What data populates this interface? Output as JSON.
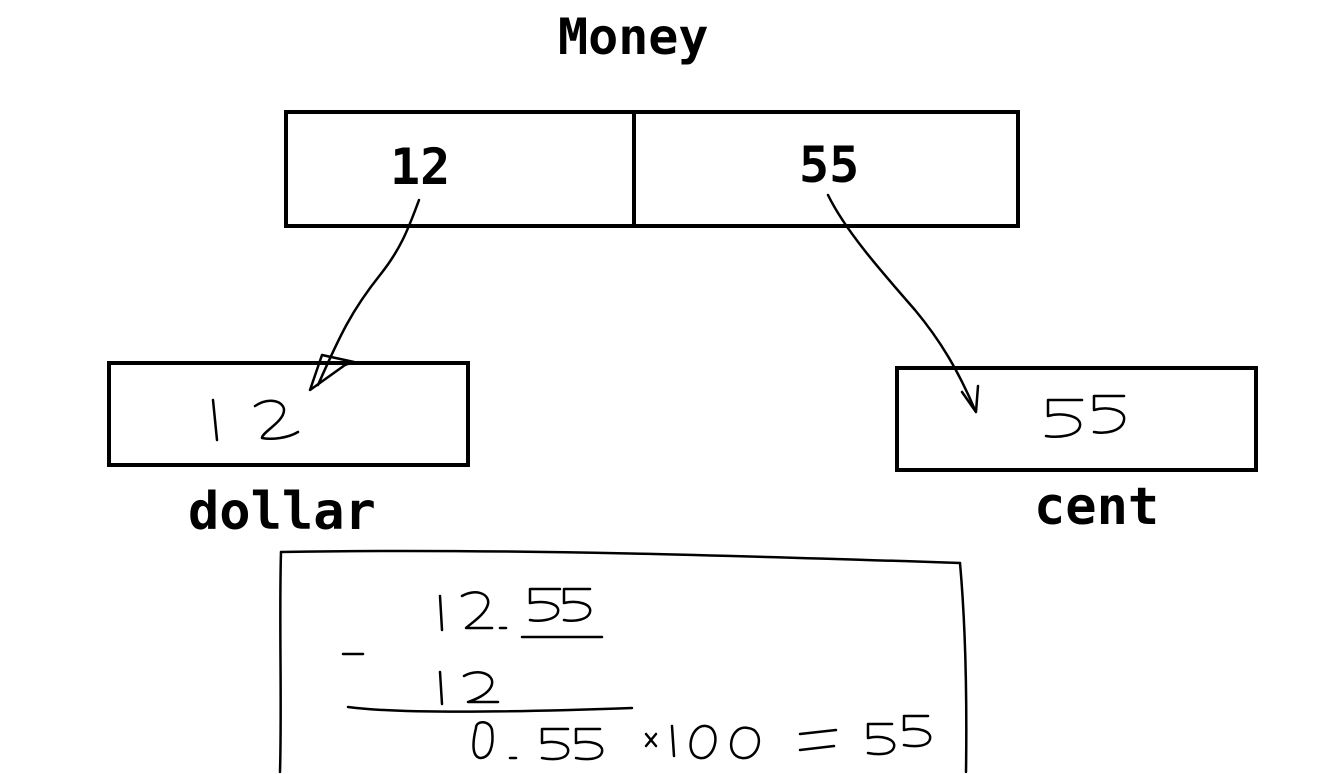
{
  "diagram": {
    "title": "Money",
    "struct_cells": [
      "12",
      "55"
    ],
    "variables": {
      "dollar": {
        "label": "dollar",
        "value": "12"
      },
      "cent": {
        "label": "cent",
        "value": "55"
      }
    },
    "calculation": {
      "minuend": "12.55",
      "subtrahend": "12",
      "result": "0.55",
      "multiplier_expr": "x100",
      "equals": "=",
      "final": "55"
    }
  }
}
